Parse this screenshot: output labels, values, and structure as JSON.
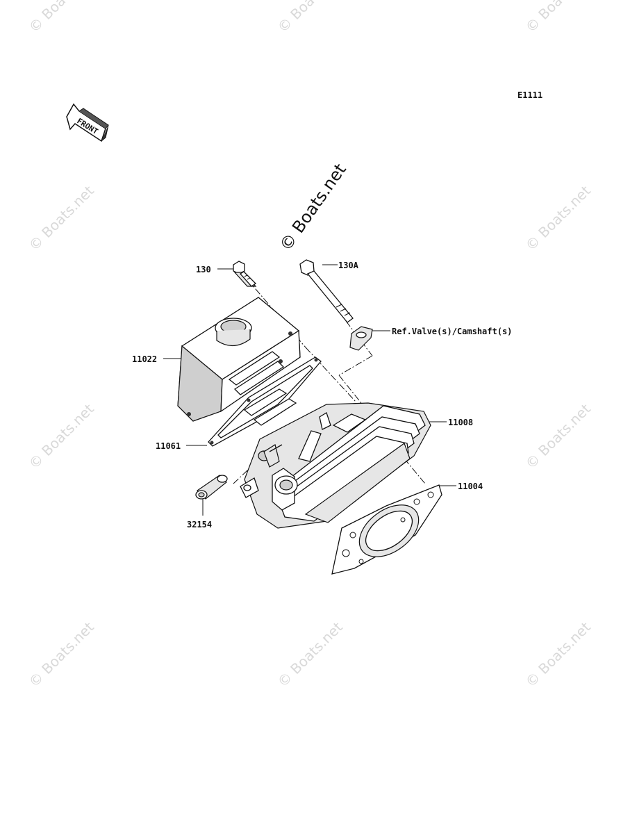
{
  "diagram": {
    "ref_code": "E1111",
    "direction_label": "FRONT",
    "watermark": "© Boats.net",
    "callouts": {
      "p130": "130",
      "p130a": "130A",
      "ref_valve": "Ref.Valve(s)/Camshaft(s)",
      "p11022": "11022",
      "p11061": "11061",
      "p11008": "11008",
      "p11004": "11004",
      "p32154": "32154"
    }
  }
}
